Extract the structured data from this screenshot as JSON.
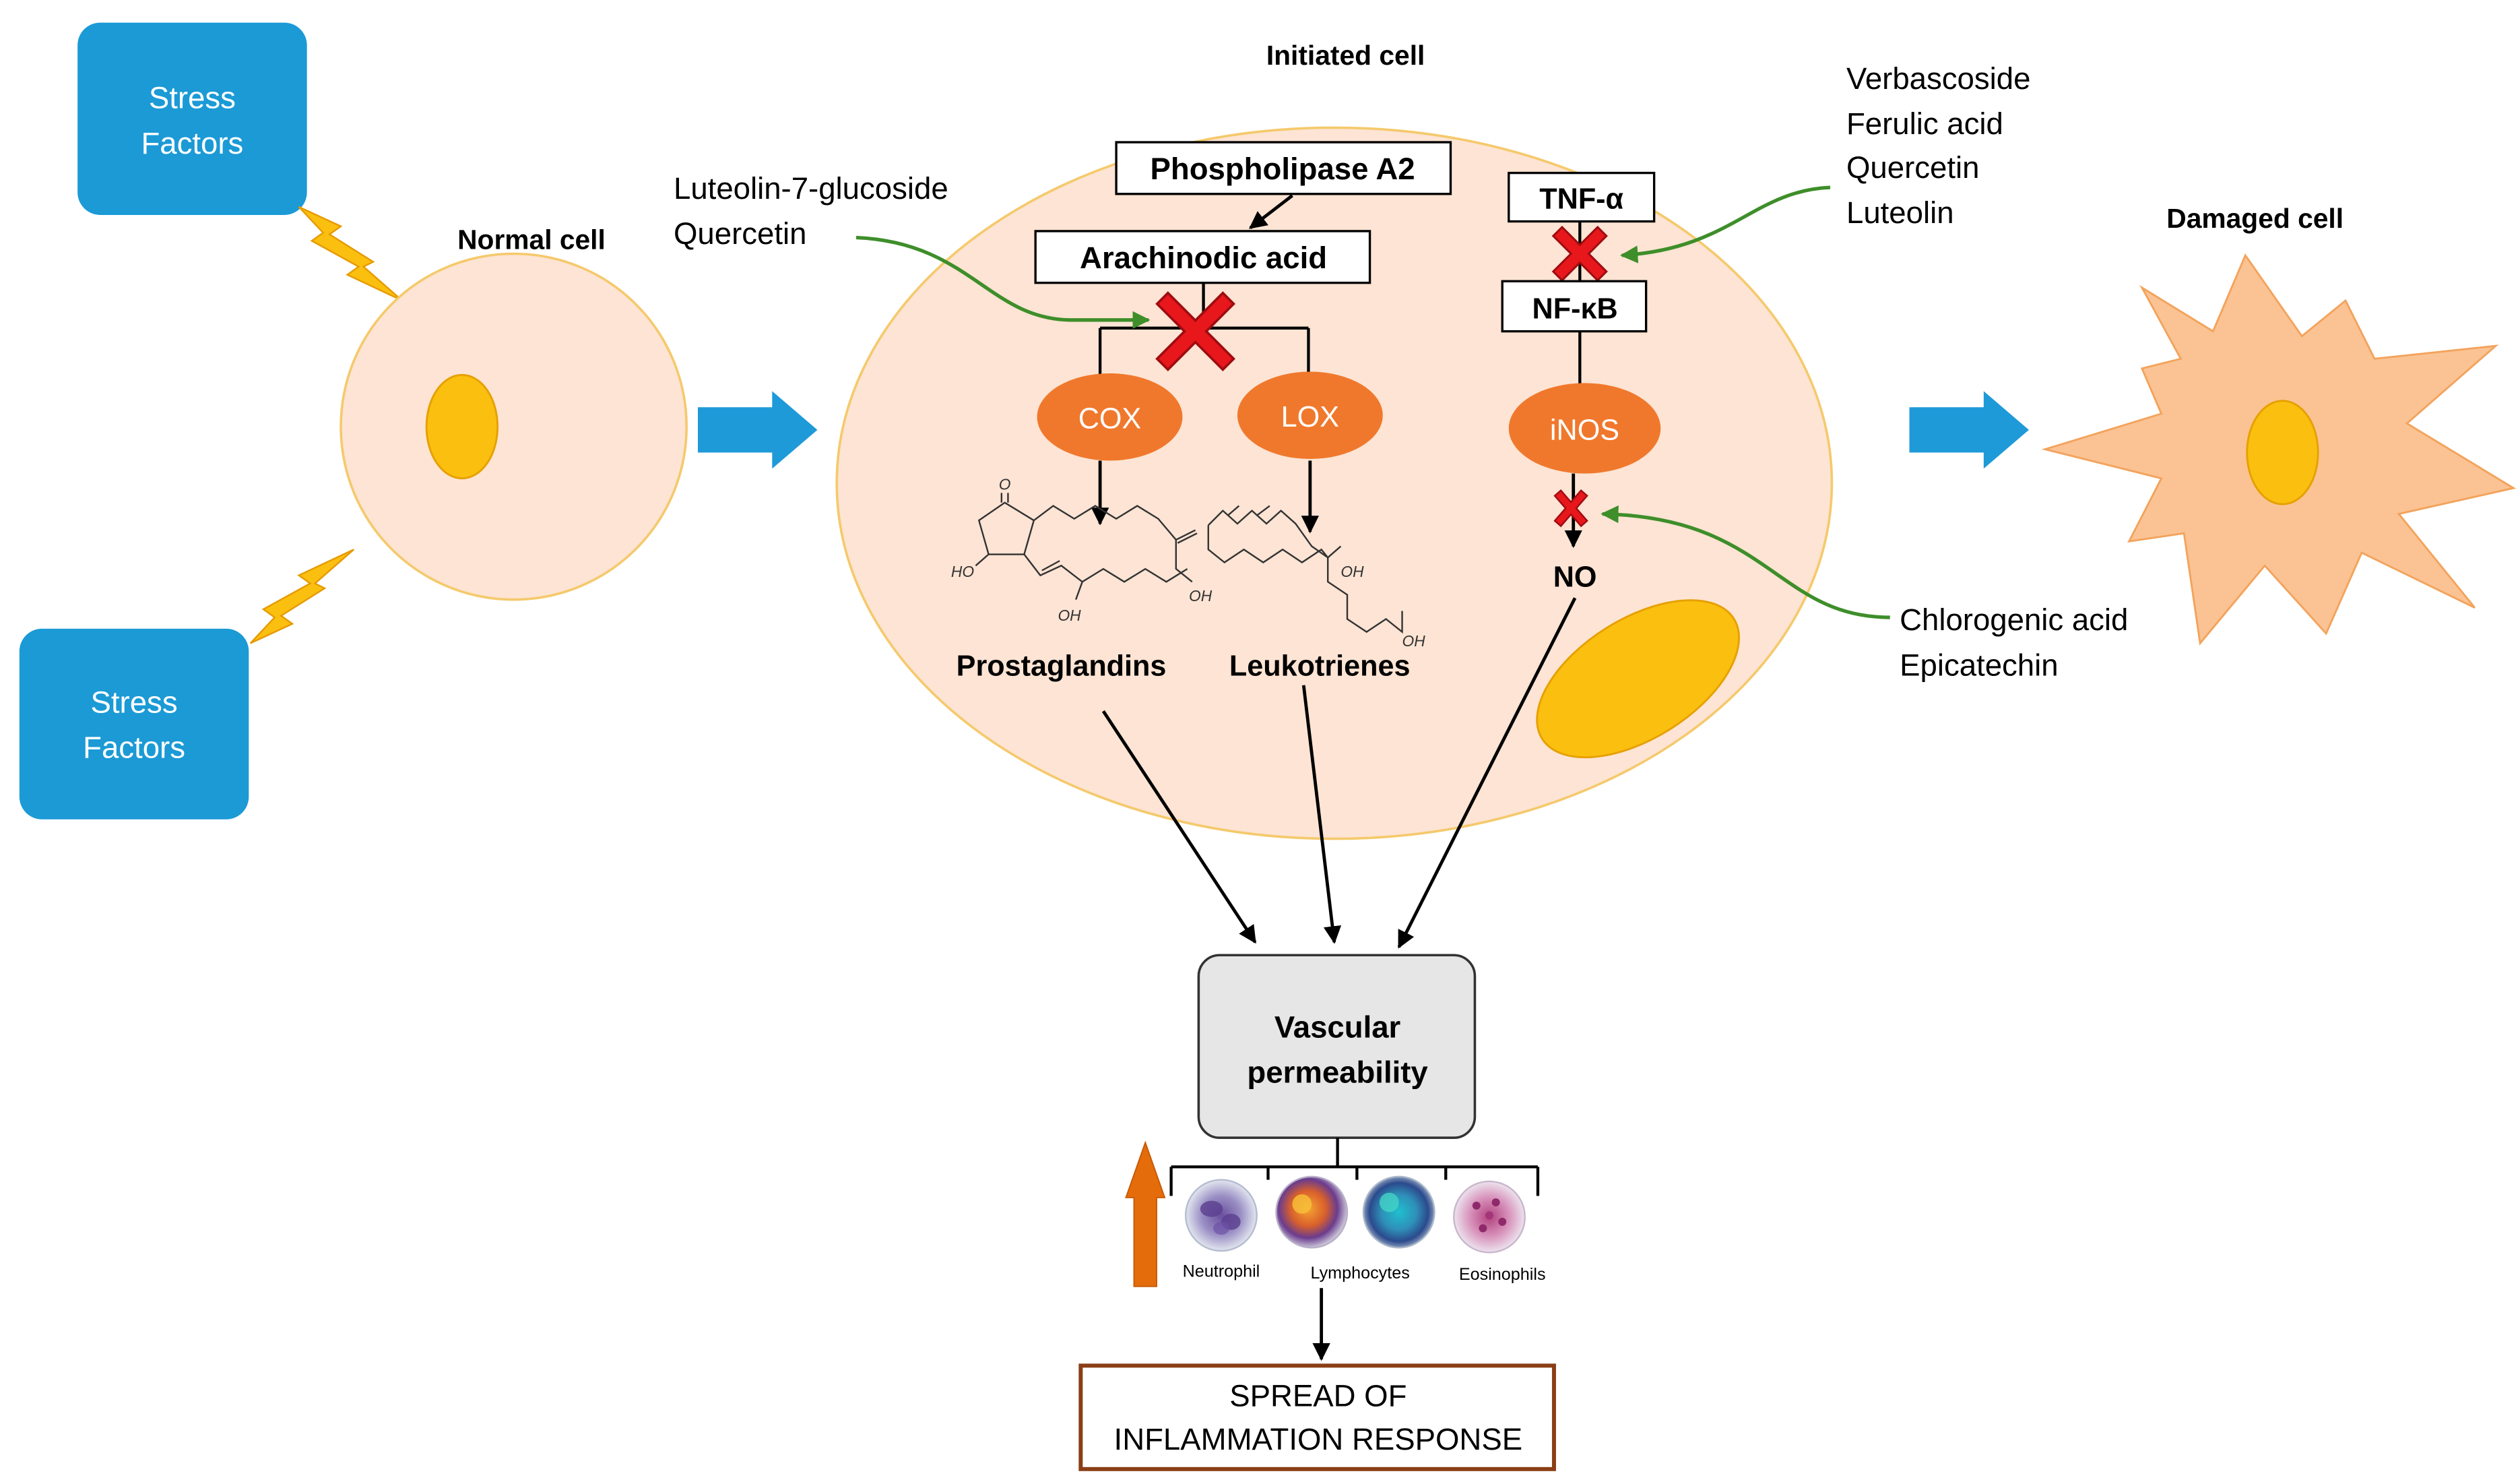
{
  "stress_factors": {
    "top": [
      "Stress",
      "Factors"
    ],
    "bottom": [
      "Stress",
      "Factors"
    ]
  },
  "cells": {
    "normal": "Normal cell",
    "initiated": "Initiated cell",
    "damaged": "Damaged cell"
  },
  "pathway": {
    "phospholipase": "Phospholipase A2",
    "arachidonic_acid": "Arachinodic acid",
    "cox": "COX",
    "lox": "LOX",
    "prostaglandins": "Prostaglandins",
    "leukotrienes": "Leukotrienes",
    "tnf": "TNF-α",
    "nfkb": "NF-κB",
    "inos": "iNOS",
    "no": "NO"
  },
  "structure_labels": {
    "prostaglandin": [
      "O",
      "HO",
      "OH",
      "OH"
    ],
    "leukotriene": [
      "OH",
      "OH"
    ]
  },
  "inhibitors": {
    "arachidonic_acid": [
      "Luteolin-7-glucoside",
      "Quercetin"
    ],
    "tnf_nfkb": [
      "Verbascoside",
      "Ferulic acid",
      "Quercetin",
      "Luteolin"
    ],
    "inos_no": [
      "Chlorogenic acid",
      "Epicatechin"
    ]
  },
  "outcome": {
    "vascular": [
      "Vascular",
      "permeability"
    ],
    "immune_cells": [
      "Neutrophil",
      "Lymphocytes",
      "Eosinophils"
    ],
    "spread": [
      "SPREAD OF",
      "INFLAMMATION RESPONSE"
    ]
  },
  "icons": {
    "stress": "lightning-icon",
    "inhibition": "red-x-icon",
    "transition": "blue-arrow-icon",
    "increase": "orange-up-arrow-icon"
  },
  "colors": {
    "stress_box": "#1b9ad6",
    "cell_fill": "#fde4d4",
    "cell_stroke": "#f5c96c",
    "nucleus": "#fbbf0f",
    "enzyme": "#f0782c",
    "inhibitor_arrow": "#3e8e2a",
    "inhibition_x": "#e8171c",
    "damaged_cell": "#fbc394",
    "increase_arrow": "#e46c0a",
    "spread_border": "#8b3e16",
    "vascular_box": "#e6e6e6",
    "transition_arrow": "#1f9ad8"
  }
}
